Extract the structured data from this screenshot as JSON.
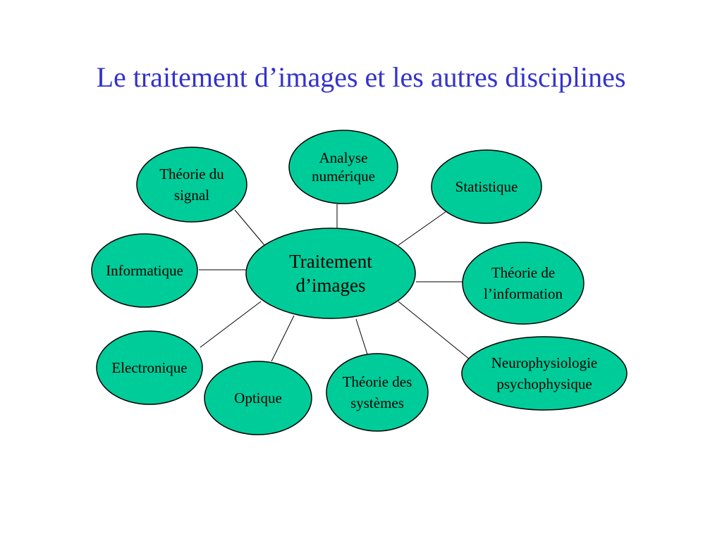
{
  "title": "Le traitement d’images et les autres disciplines",
  "colors": {
    "title": "#3333cc",
    "node_fill": "#00cc99",
    "node_stroke": "#000000",
    "edge": "#000000"
  },
  "center": {
    "lines": [
      "Traitement",
      "d’images"
    ]
  },
  "nodes": [
    {
      "id": "analyse-numerique",
      "lines": [
        "Analyse",
        "numérique"
      ]
    },
    {
      "id": "statistique",
      "lines": [
        "Statistique"
      ]
    },
    {
      "id": "theorie-information",
      "lines": [
        "Théorie de",
        "l’information"
      ]
    },
    {
      "id": "neurophysiologie",
      "lines": [
        "Neurophysiologie",
        "psychophysique"
      ]
    },
    {
      "id": "theorie-systemes",
      "lines": [
        "Théorie des",
        "systèmes"
      ]
    },
    {
      "id": "optique",
      "lines": [
        "Optique"
      ]
    },
    {
      "id": "electronique",
      "lines": [
        "Electronique"
      ]
    },
    {
      "id": "informatique",
      "lines": [
        "Informatique"
      ]
    },
    {
      "id": "theorie-signal",
      "lines": [
        "Théorie du",
        "signal"
      ]
    }
  ]
}
